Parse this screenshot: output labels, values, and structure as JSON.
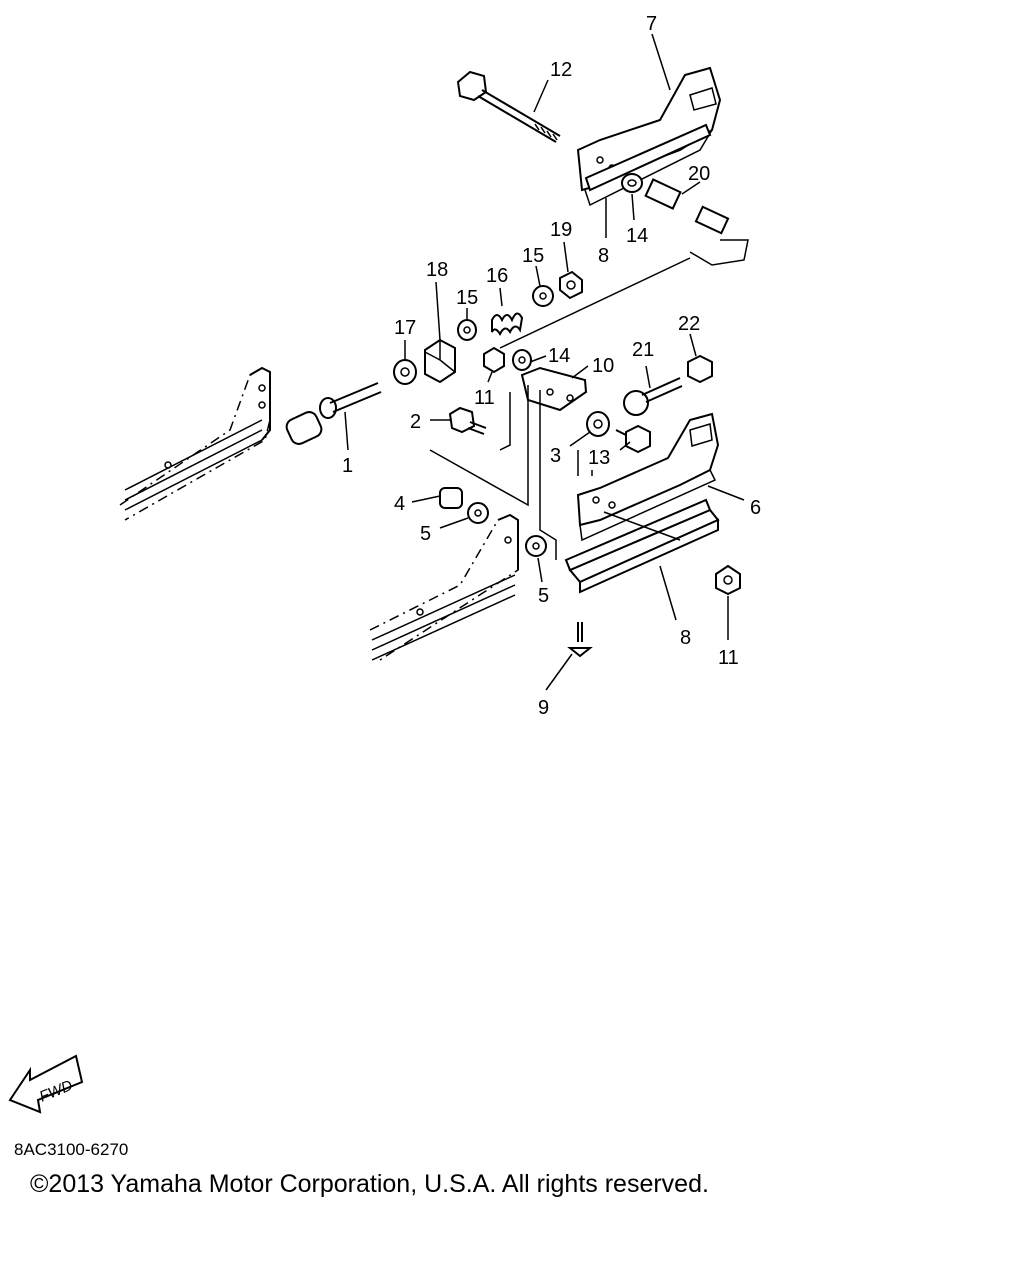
{
  "diagram": {
    "callouts": {
      "c1": "1",
      "c2": "2",
      "c3": "3",
      "c4": "4",
      "c5a": "5",
      "c5b": "5",
      "c6": "6",
      "c7": "7",
      "c8a": "8",
      "c8b": "8",
      "c9": "9",
      "c10": "10",
      "c11a": "11",
      "c11b": "11",
      "c12": "12",
      "c13": "13",
      "c14a": "14",
      "c14b": "14",
      "c15a": "15",
      "c15b": "15",
      "c16": "16",
      "c17": "17",
      "c18": "18",
      "c19": "19",
      "c20": "20",
      "c21": "21",
      "c22": "22"
    },
    "fwd_label": "FWD"
  },
  "footer": {
    "code": "8AC3100-6270",
    "copyright": "©2013 Yamaha Motor Corporation, U.S.A. All rights reserved."
  }
}
